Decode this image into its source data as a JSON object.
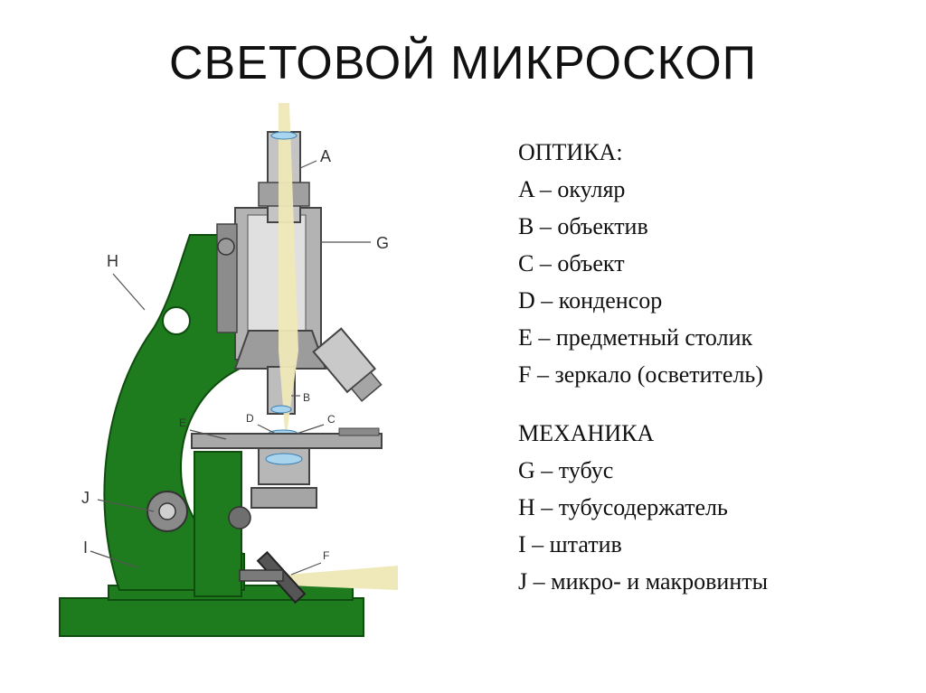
{
  "slide": {
    "title": "СВЕТОВОЙ МИКРОСКОП"
  },
  "colors": {
    "frame": "#1e7b1e",
    "frame_edge": "#0f4d0f",
    "metal": "#a6a6a6",
    "lens": "#a8d4ee",
    "beam": "#efe8b8"
  },
  "diagram": {
    "labels": {
      "a": "A",
      "b": "B",
      "c": "C",
      "d": "D",
      "e": "E",
      "f": "F",
      "g": "G",
      "h": "H",
      "i": "I",
      "j": "J"
    }
  },
  "legend": {
    "optics": {
      "heading": "ОПТИКА:",
      "items": [
        "A – окуляр",
        "B – объектив",
        "C – объект",
        "D – конденсор",
        "E – предметный столик",
        "F – зеркало (осветитель)"
      ]
    },
    "mechanics": {
      "heading": "МЕХАНИКА",
      "items": [
        "G – тубус",
        "H – тубусодержатель",
        "I – штатив",
        "J – микро- и макровинты"
      ]
    }
  }
}
